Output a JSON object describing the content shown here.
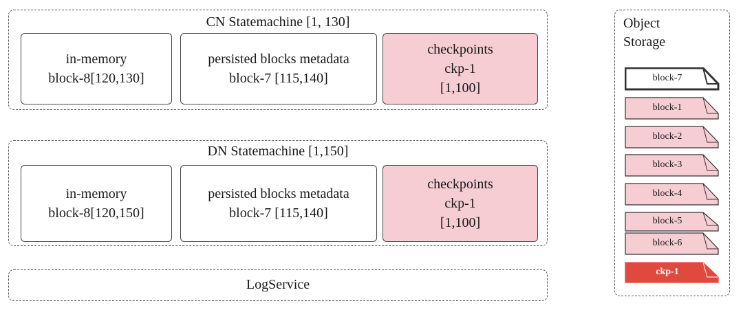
{
  "cn": {
    "title": "CN Statemachine [1, 130]",
    "in_memory": {
      "line1": "in-memory",
      "line2": "block-8[120,130]"
    },
    "persisted": {
      "line1": "persisted blocks metadata",
      "line2": "block-7 [115,140]"
    },
    "checkpoints": {
      "line1": "checkpoints",
      "line2": "ckp-1",
      "line3": "[1,100]"
    }
  },
  "dn": {
    "title": "DN Statemachine [1,150]",
    "in_memory": {
      "line1": "in-memory",
      "line2": "block-8[120,150]"
    },
    "persisted": {
      "line1": "persisted blocks metadata",
      "line2": "block-7 [115,140]"
    },
    "checkpoints": {
      "line1": "checkpoints",
      "line2": "ckp-1",
      "line3": "[1,100]"
    }
  },
  "log_service": {
    "label": "LogService"
  },
  "object_storage": {
    "title_line1": "Object",
    "title_line2": "Storage",
    "files": [
      {
        "label": "block-7",
        "style": "outline"
      },
      {
        "label": "block-1",
        "style": "pink"
      },
      {
        "label": "block-2",
        "style": "pink"
      },
      {
        "label": "block-3",
        "style": "pink"
      },
      {
        "label": "block-4",
        "style": "pink"
      },
      {
        "label": "block-5",
        "style": "pink"
      },
      {
        "label": "block-6",
        "style": "pink"
      },
      {
        "label": "ckp-1",
        "style": "red"
      }
    ]
  },
  "colors": {
    "pink_fill": "#f6cdd3",
    "red_fill": "#e0493e",
    "line": "#444444"
  }
}
